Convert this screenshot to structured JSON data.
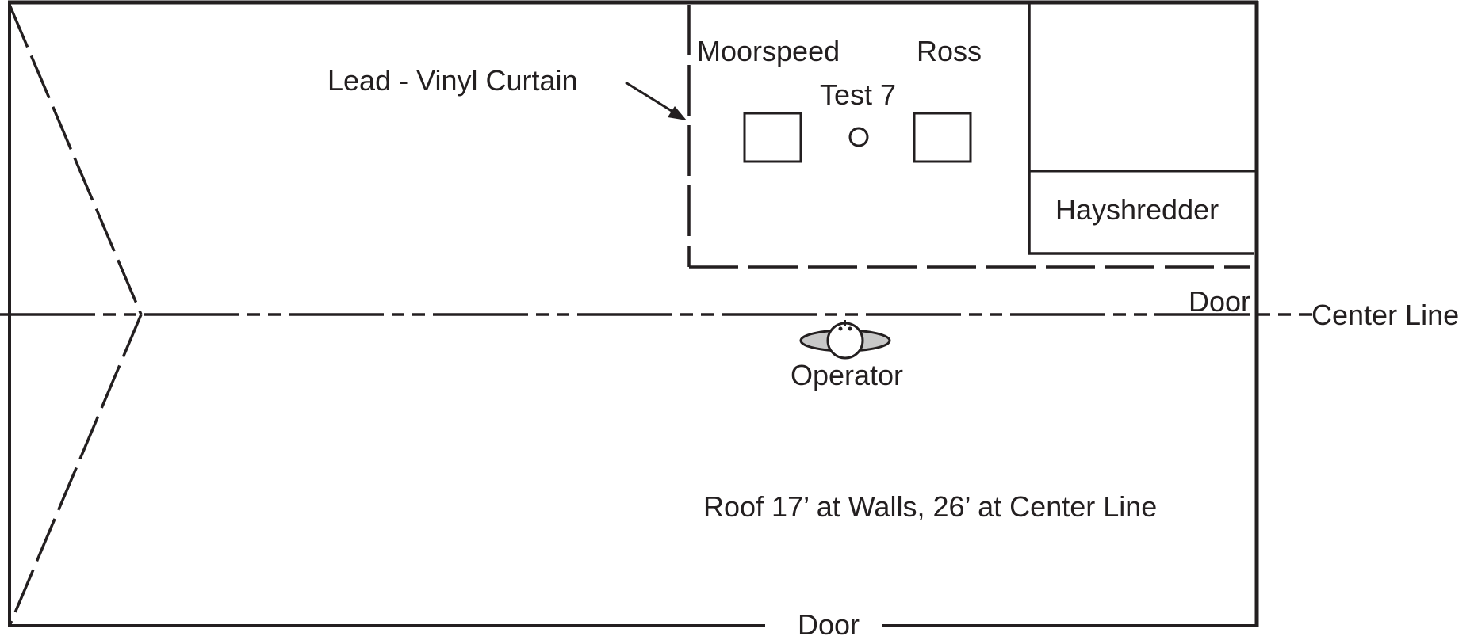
{
  "diagram": {
    "type": "floor-plan",
    "labels": {
      "curtain": "Lead - Vinyl Curtain",
      "machine_left": "Moorspeed",
      "machine_right": "Ross",
      "test_point": "Test 7",
      "hayshredder": "Hayshredder",
      "door_side": "Door",
      "center_line": "Center Line",
      "operator": "Operator",
      "roof_note": "Roof 17’ at Walls, 26’ at Center Line",
      "door_bottom": "Door"
    },
    "colors": {
      "ink": "#231f20",
      "operator_fill": "#c8c8c8",
      "background": "#ffffff"
    }
  }
}
